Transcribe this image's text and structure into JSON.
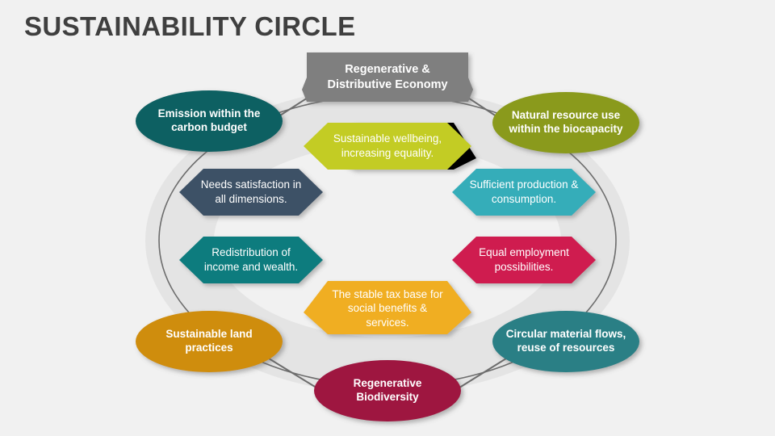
{
  "slide": {
    "title": "SUSTAINABILITY CIRCLE",
    "background_color": "#f1f1f1",
    "title_color": "#3f3f3f"
  },
  "banner": {
    "label": "Regenerative & Distributive Economy",
    "line1": "Regenerative &",
    "line2": "Distributive Economy",
    "color": "#7f7f7f"
  },
  "ring": {
    "band_color": "#e4e4e4",
    "outline_color": "#6d6d6d",
    "connector_color": "#6d6d6d"
  },
  "hexagons": [
    {
      "id": "sustainable-wellbeing",
      "line1": "Sustainable wellbeing,",
      "line2": "increasing equality.",
      "color": "#c3cc24",
      "shadow": "#9aa11c"
    },
    {
      "id": "sufficient-production",
      "line1": "Sufficient production &",
      "line2": "consumption.",
      "color": "#35adb9",
      "shadow": "#2a8a94"
    },
    {
      "id": "equal-employment",
      "line1": "Equal employment",
      "line2": "possibilities.",
      "color": "#cf1e4f",
      "shadow": "#a5163e"
    },
    {
      "id": "stable-tax-base",
      "line1": "The stable tax base for",
      "line2": "social benefits &",
      "line3": "services.",
      "color": "#f0ae22",
      "shadow": "#c08b1b"
    },
    {
      "id": "redistribution-income",
      "line1": "Redistribution of",
      "line2": "income and wealth.",
      "color": "#0c7b7e",
      "shadow": "#096265"
    },
    {
      "id": "needs-satisfaction",
      "line1": "Needs satisfaction in",
      "line2": "all dimensions.",
      "color": "#3e5166",
      "shadow": "#314152"
    }
  ],
  "ellipses": [
    {
      "id": "emission-carbon-budget",
      "line1": "Emission within the",
      "line2": "carbon budget",
      "color": "#0b6062"
    },
    {
      "id": "natural-resource-biocapacity",
      "line1": "Natural resource use",
      "line2": "within the biocapacity",
      "color": "#8a9a1c"
    },
    {
      "id": "circular-material-flows",
      "line1": "Circular material flows,",
      "line2": "reuse of resources",
      "color": "#2c7f85"
    },
    {
      "id": "regenerative-biodiversity",
      "line1": "Regenerative",
      "line2": "Biodiversity",
      "color": "#9e1240"
    },
    {
      "id": "sustainable-land-practices",
      "line1": "Sustainable land",
      "line2": "practices",
      "color": "#cf8d09"
    }
  ]
}
